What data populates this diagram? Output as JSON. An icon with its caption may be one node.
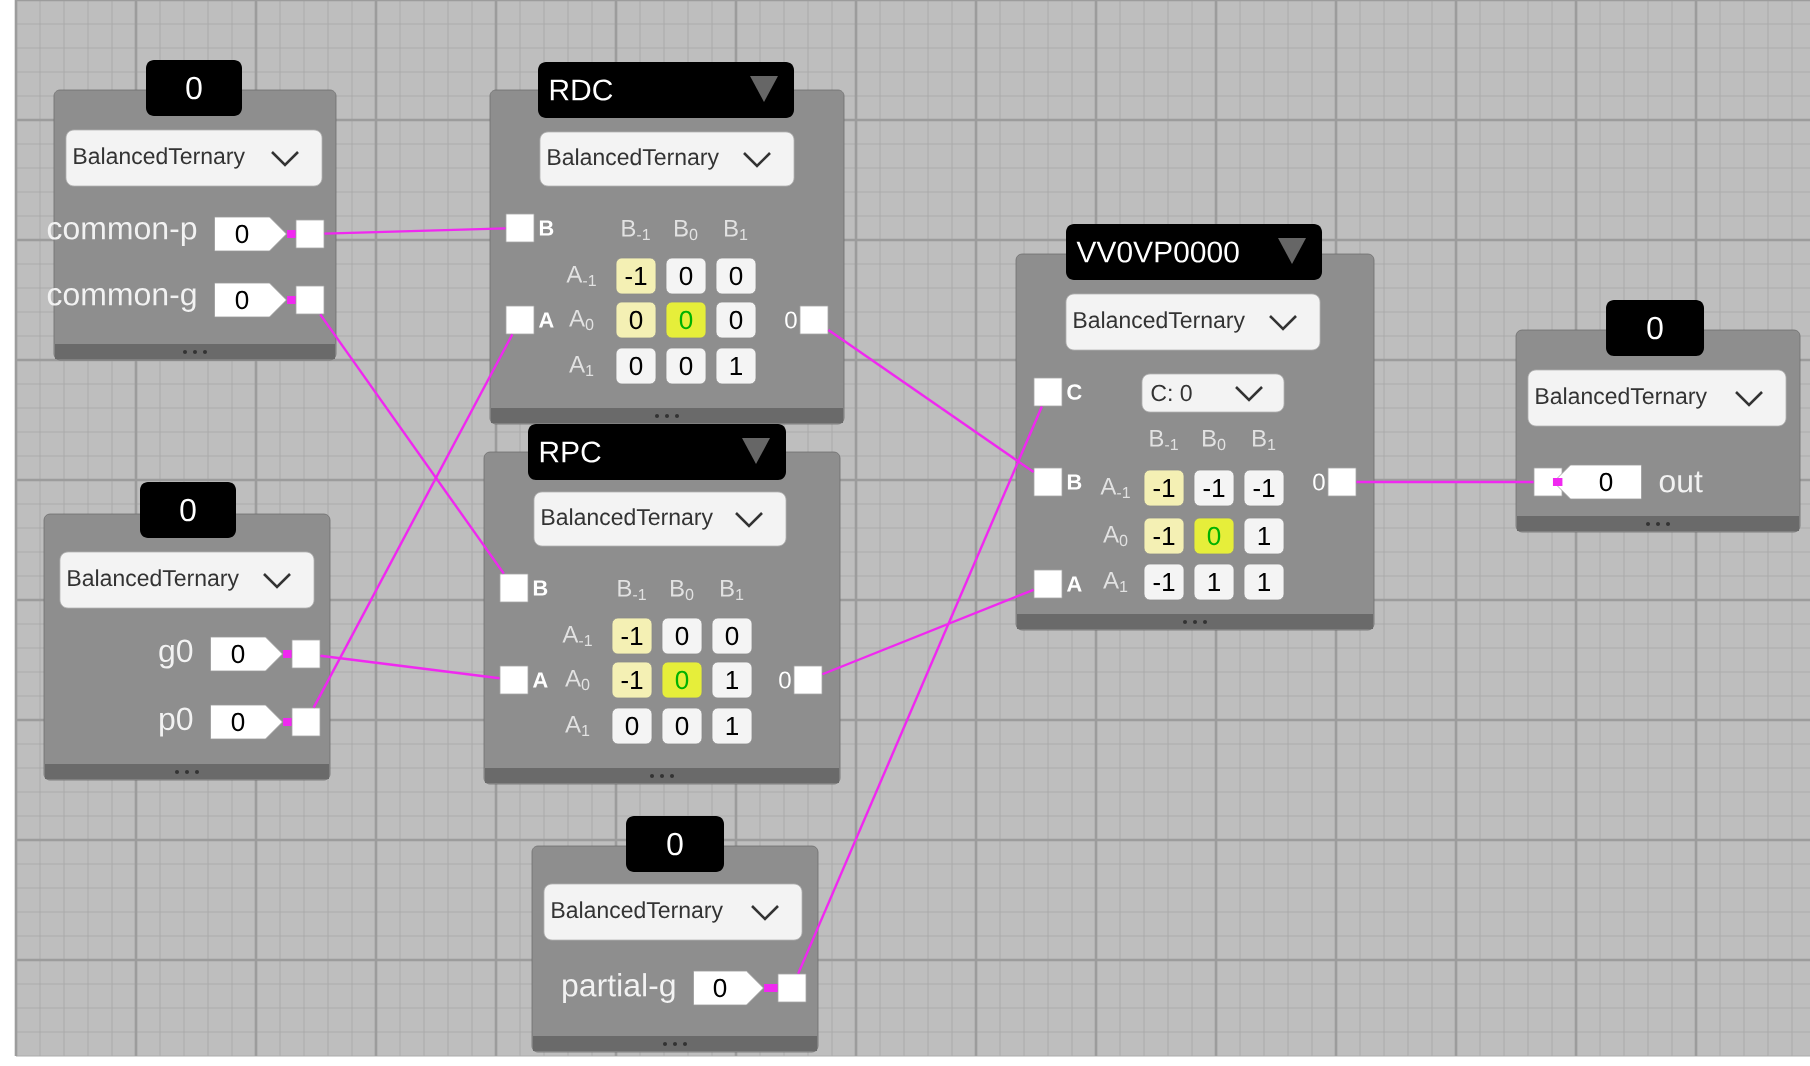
{
  "diagram": {
    "nodes": [
      {
        "text": [
          "0",
          "BalancedTernary"
        ]
      },
      {
        "text": [
          "0"
        ],
        "beside": [
          "common-p"
        ],
        "in": 0
      },
      {
        "text": [],
        "shape": "box",
        "in": 0
      },
      {
        "text": [
          "0"
        ],
        "beside": [
          "common-g"
        ],
        "in": 0
      },
      {
        "text": [],
        "shape": "box",
        "in": 0
      },
      {
        "text": [
          "RDC",
          "BalancedTernary"
        ]
      },
      {
        "text": [],
        "shape": "box",
        "beside": [
          "B"
        ],
        "in": 5
      },
      {
        "text": [],
        "shape": "box",
        "beside": [
          "A"
        ],
        "in": 5
      },
      {
        "text": [],
        "shape": "box",
        "beside": [
          "0"
        ],
        "in": 5
      },
      {
        "text": [
          "0",
          "BalancedTernary"
        ]
      },
      {
        "text": [
          "0"
        ],
        "beside": [
          "g0"
        ],
        "in": 9
      },
      {
        "text": [],
        "shape": "box",
        "in": 9
      },
      {
        "text": [
          "0"
        ],
        "beside": [
          "p0"
        ],
        "in": 9
      },
      {
        "text": [],
        "shape": "box",
        "in": 9
      },
      {
        "text": [
          "RPC",
          "BalancedTernary"
        ]
      },
      {
        "text": [],
        "shape": "box",
        "beside": [
          "B"
        ],
        "in": 14
      },
      {
        "text": [],
        "shape": "box",
        "beside": [
          "A"
        ],
        "in": 14
      },
      {
        "text": [],
        "shape": "box",
        "beside": [
          "0"
        ],
        "in": 14
      },
      {
        "text": [
          "VV0VP0000",
          "BalancedTernary"
        ]
      },
      {
        "text": [],
        "shape": "box",
        "beside": [
          "C"
        ],
        "in": 18
      },
      {
        "text": [],
        "shape": "box",
        "beside": [
          "B"
        ],
        "in": 18
      },
      {
        "text": [],
        "shape": "box",
        "beside": [
          "A"
        ],
        "in": 18
      },
      {
        "text": [],
        "shape": "box",
        "beside": [
          "0"
        ],
        "in": 18
      },
      {
        "text": [
          "0",
          "BalancedTernary"
        ]
      },
      {
        "text": [],
        "shape": "box",
        "in": 23
      },
      {
        "text": [
          "0"
        ],
        "beside": [
          "out"
        ],
        "in": 23
      },
      {
        "text": [
          "0",
          "BalancedTernary"
        ]
      },
      {
        "text": [
          "0"
        ],
        "beside": [
          "partial-g"
        ],
        "in": 26
      },
      {
        "text": [],
        "shape": "box",
        "in": 26
      }
    ],
    "edges": [
      {
        "from": 1,
        "to": 2,
        "arrow": "none",
        "style": "thick"
      },
      {
        "from": 3,
        "to": 4,
        "arrow": "none",
        "style": "thick"
      },
      {
        "from": 10,
        "to": 11,
        "arrow": "none",
        "style": "thick"
      },
      {
        "from": 12,
        "to": 13,
        "arrow": "none",
        "style": "thick"
      },
      {
        "from": 27,
        "to": 28,
        "arrow": "none",
        "style": "thick"
      },
      {
        "from": 24,
        "to": 25,
        "arrow": "none",
        "style": "thick"
      },
      {
        "from": 2,
        "to": 6,
        "arrow": "none"
      },
      {
        "from": 4,
        "to": 15,
        "arrow": "none"
      },
      {
        "from": 13,
        "to": 7,
        "arrow": "none"
      },
      {
        "from": 11,
        "to": 16,
        "arrow": "none"
      },
      {
        "from": 8,
        "to": 20,
        "arrow": "none"
      },
      {
        "from": 28,
        "to": 19,
        "arrow": "none"
      },
      {
        "from": 17,
        "to": 21,
        "arrow": "none"
      },
      {
        "from": 22,
        "to": 24,
        "arrow": "none"
      }
    ],
    "labels": [
      "B$_{-1}$",
      "B$_{0}$",
      "B$_{1}$",
      "A$_{-1}$",
      "-1",
      "0",
      "0",
      "A$_{0}$",
      "0",
      "0",
      "0",
      "A$_{1}$",
      "0",
      "0",
      "1",
      "B$_{-1}$",
      "B$_{0}$",
      "B$_{1}$",
      "A$_{-1}$",
      "-1",
      "0",
      "0",
      "A$_{0}$",
      "-1",
      "0",
      "1",
      "A$_{1}$",
      "0",
      "0",
      "1",
      "C: 0",
      "B$_{-1}$",
      "B$_{0}$",
      "B$_{1}$",
      "A$_{-1}$",
      "-1",
      "-1",
      "-1",
      "A$_{0}$",
      "-1",
      "0",
      "1",
      "A$_{1}$",
      "-1",
      "1",
      "1"
    ]
  }
}
